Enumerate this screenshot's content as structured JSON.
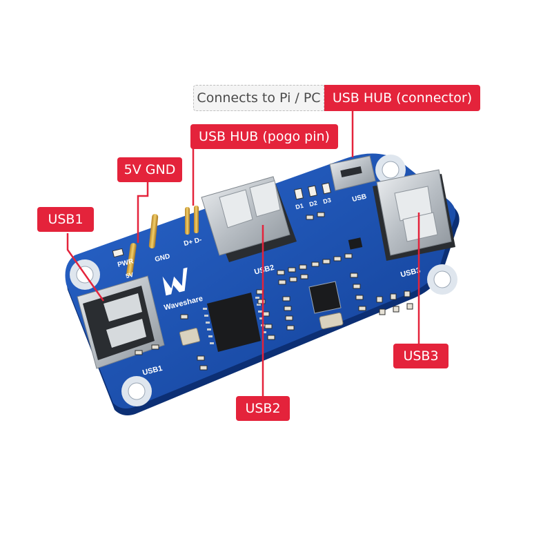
{
  "callouts": {
    "connects_prefix": "Connects to Pi / PC",
    "usb_hub_connector": "USB HUB (connector)",
    "usb_hub_pogo": "USB HUB (pogo pin)",
    "five_v_gnd": "5V GND",
    "usb1": "USB1",
    "usb2": "USB2",
    "usb3": "USB3"
  },
  "silkscreen": {
    "brand": "Waveshare",
    "pwr": "PWR",
    "gnd": "GND",
    "usb1": "USB1",
    "usb2": "USB2",
    "usb3": "USB3",
    "usb": "USB",
    "d1": "D1",
    "d2": "D2",
    "d3": "D3",
    "dp_dm": "D+ D-",
    "five_v": "5V"
  },
  "colors": {
    "callout": "#e4233b",
    "pcb": "#1e56b8",
    "metal": "#c9ced3"
  }
}
